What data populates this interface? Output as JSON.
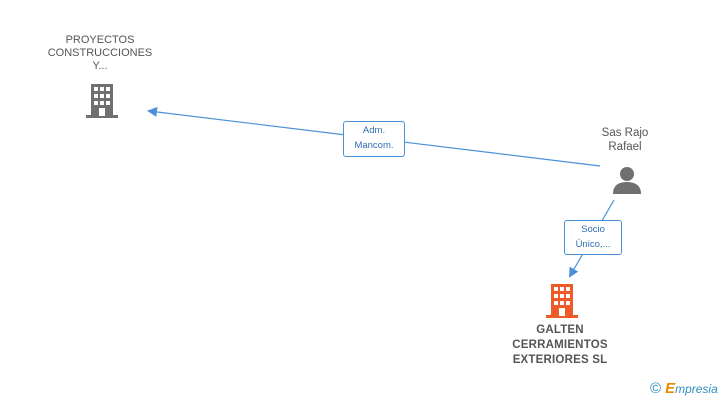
{
  "nodes": {
    "company_top": {
      "label": "PROYECTOS\nCONSTRUCCIONES\nY..."
    },
    "person": {
      "label": "Sas Rajo\nRafael"
    },
    "company_main": {
      "label": "GALTEN\nCERRAMIENTOS\nEXTERIORES SL"
    }
  },
  "edges": {
    "adm": {
      "label": "Adm.\nMancom."
    },
    "socio": {
      "label": "Socio\nÚnico,..."
    }
  },
  "colors": {
    "edge": "#4a90d9",
    "node_grey": "#707070",
    "node_main": "#f05a28"
  },
  "footer": {
    "copyright": "©",
    "brand_initial": "E",
    "brand_rest": "mpresia"
  }
}
